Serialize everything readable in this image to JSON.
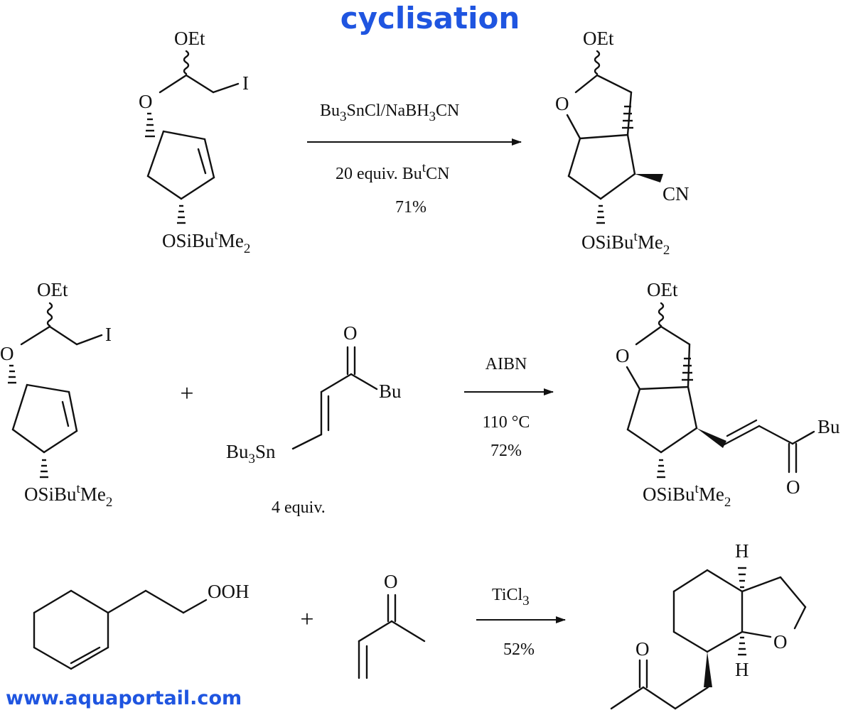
{
  "title": "cyclisation",
  "footer": "www.aquaportail.com",
  "colors": {
    "title": "#1f55e0",
    "footer": "#1f55e0",
    "ink": "#111111",
    "background": "#ffffff"
  },
  "reaction1": {
    "reagent": "Bu3SnCl/NaBH3CN",
    "condition": "20 equiv. ButCN",
    "yield": "71%"
  },
  "reaction2": {
    "reagent": "AIBN",
    "temperature": "110 °C",
    "yield": "72%",
    "second_reactant_amount": "4 equiv.",
    "plus": "+"
  },
  "reaction3": {
    "reagent": "TiCl3",
    "yield": "52%",
    "plus": "+"
  },
  "labels": {
    "OEt": "OEt",
    "O": "O",
    "I": "I",
    "CN": "CN",
    "Bu": "Bu",
    "OOH": "OOH",
    "H": "H",
    "Bu3Sn": "Bu3Sn",
    "OSiButMe2": "OSiButMe2"
  }
}
